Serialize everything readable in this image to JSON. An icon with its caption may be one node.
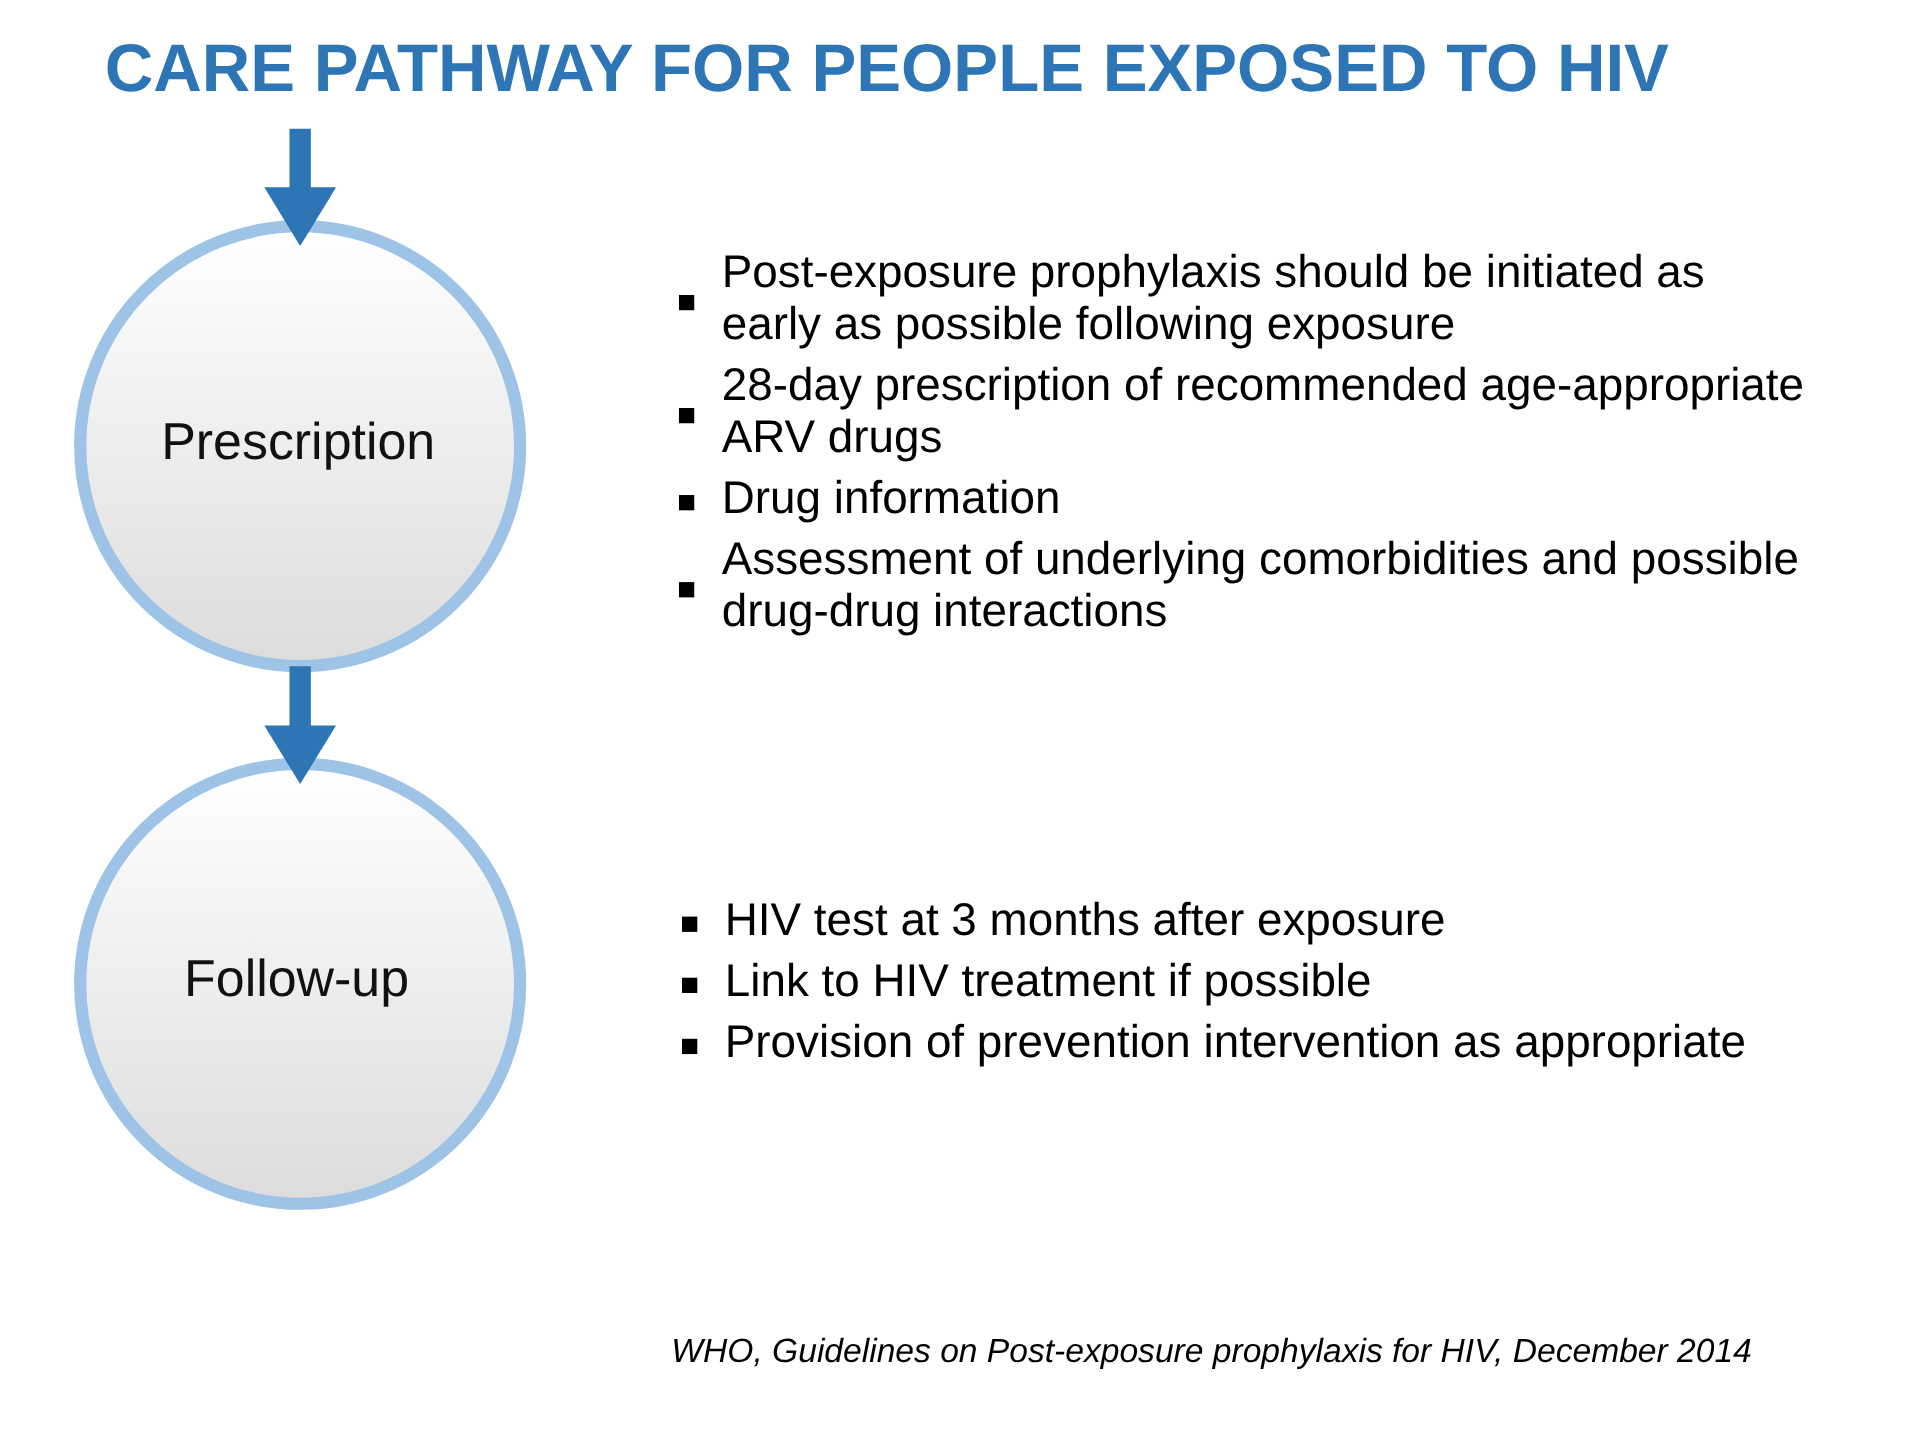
{
  "diagram": {
    "title": "CARE PATHWAY FOR PEOPLE EXPOSED TO HIV",
    "nodes": [
      {
        "text": [
          "Prescription"
        ],
        "beside": [
          "Post-exposure prophylaxis should be initiated as early as possible following exposure",
          "28-day prescription of recommended age-appropriate ARV drugs",
          "Drug information",
          "Assessment of underlying comorbidities and possible drug-drug interactions"
        ]
      },
      {
        "text": [
          "Follow-up"
        ],
        "beside": [
          "HIV test at 3 months after exposure",
          "Link to HIV treatment if possible",
          "Provision of prevention intervention as appropriate"
        ]
      }
    ],
    "edges": [
      {
        "from": null,
        "to": 0,
        "arrow": "to"
      },
      {
        "from": 0,
        "to": 1,
        "arrow": "to"
      }
    ],
    "labels": [
      "WHO, Guidelines on Post-exposure prophylaxis for HIV, December 2014"
    ]
  }
}
